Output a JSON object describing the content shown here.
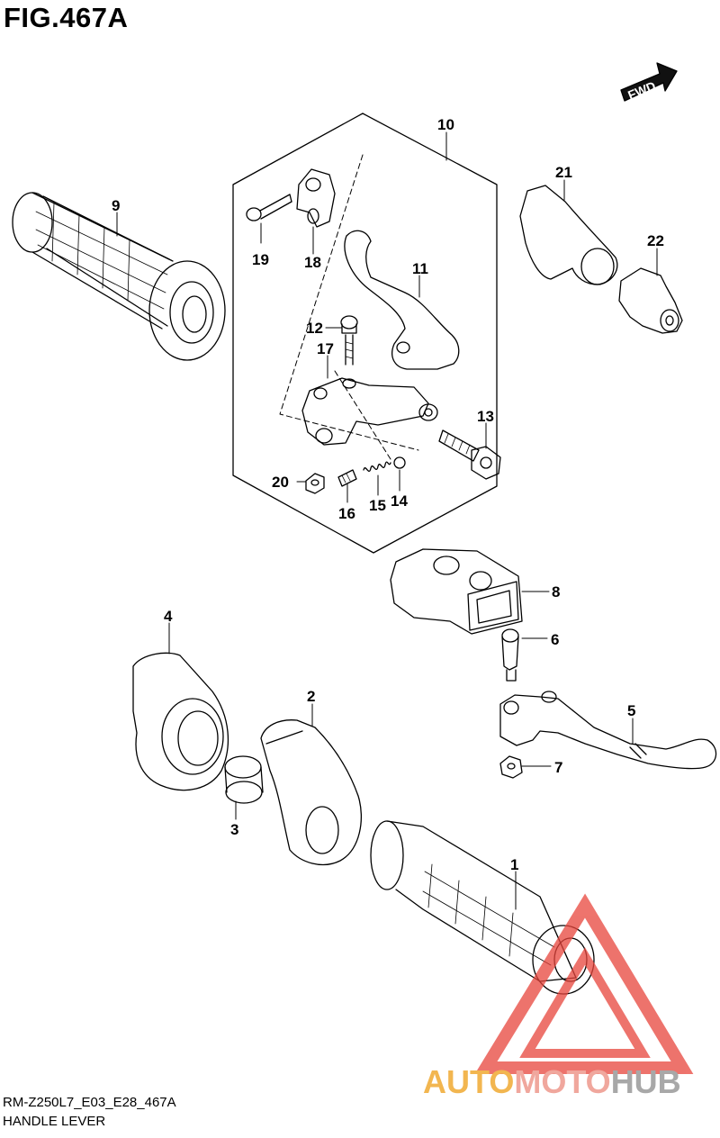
{
  "figure": {
    "title": "FIG.467A"
  },
  "fwd_badge": "FWD",
  "callouts": [
    "1",
    "2",
    "3",
    "4",
    "5",
    "6",
    "7",
    "8",
    "9",
    "10",
    "11",
    "12",
    "13",
    "14",
    "15",
    "16",
    "17",
    "18",
    "19",
    "20",
    "21",
    "22"
  ],
  "watermark": {
    "text": "AUTOMOTOHUB",
    "colors": {
      "auto": "#f2b650",
      "moto": "#f0a79d",
      "hub": "#a8a8a8",
      "triangle": "#e8453c"
    }
  },
  "footer": {
    "code": "RM-Z250L7_E03_E28_467A",
    "caption": "HANDLE LEVER"
  }
}
